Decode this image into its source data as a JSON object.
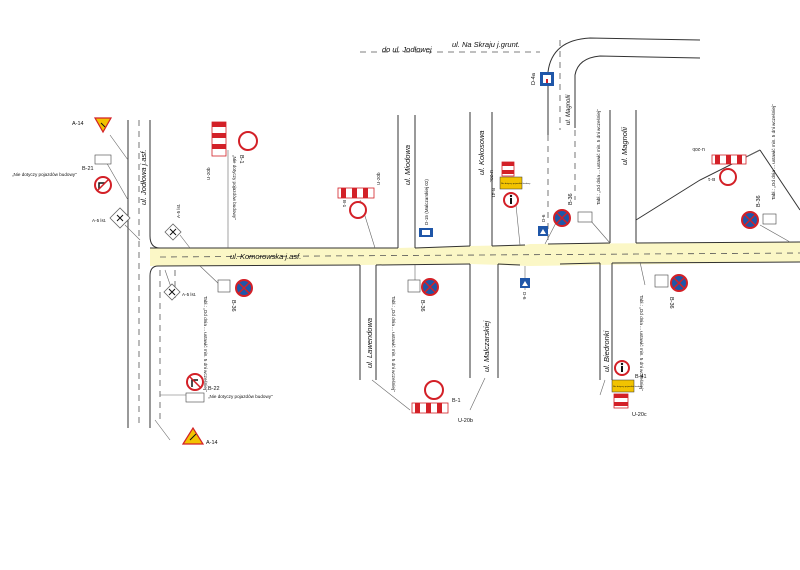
{
  "streets": {
    "jodlowa": "ul. Jodłowa j.asf.",
    "komorowska": "ul. Komorowska j.asf.",
    "miodowa": "ul. Miodowa",
    "kokosowa": "ul. Kokosowa",
    "magnolii_1": "ul. Magnolii",
    "magnolii_2": "ul. Magnolii",
    "lawendowa": "ul. Lawendowa",
    "malczarskiej": "ul. Malczarskiej",
    "biedronki": "ul. Biedronki",
    "do_jodlowej": "do ul. Jodłowej",
    "na_skraju": "ul. Na Skraju j.grunt."
  },
  "signs": {
    "d4a": "D-4a",
    "a14_top": "A-14",
    "b21": "B-21",
    "b21_note": "„Nie dotyczy pojazdów budowy\"",
    "a5_top_left": "A-5 lst.",
    "a5_mid": "A-5 lst.",
    "u20b_top": "U-20b",
    "b1_top": "B-1",
    "b1_top_note": "„Nie dotyczy pojazdów budowy\"",
    "u20b_mid": "U-20b",
    "b1_mid": "B-1",
    "d15": "D-15 (Malczarskiej 02)",
    "u20c_top": "U-20c",
    "b41_top": "B-41",
    "d6_top": "D-6",
    "b36_1": "B-36",
    "b36_1_note": "Tabl.: „Od dnia ... ustawić min. 5 dni wcześniej\"",
    "u20b_right": "U-20b",
    "b1_right": "B-1",
    "b36_right": "B-36",
    "b36_right_note": "Tabl.: „Od dnia ... ustawić min. 5 dni wcześniej\"",
    "a5_lower": "A-5 lst.",
    "b36_2": "B-36",
    "b36_2_note": "Tabl.: „Od dnia ... ustawić min. 5 dni wcześniej\"",
    "b36_3": "B-36",
    "b36_3_note": "Tabl.: „Od dnia ... ustawić min. 5 dni wcześniej\"",
    "d6_bottom": "D-6",
    "b36_4": "B-36",
    "b36_4_note": "Tabl.: „Od dnia ... ustawić min. 5 dni wcześniej\"",
    "b22": "B-22",
    "b22_note": "„Nie dotyczy pojazdów budowy\"",
    "a14_bottom": "A-14",
    "b1_bottom": "B-1",
    "u20b_bottom": "U-20b",
    "b41_bottom": "B-41",
    "u20c_bottom": "U-20c",
    "plate_text": "Nie dotyczy pojazdów budowy"
  },
  "colors": {
    "sign_red": "#d32027",
    "sign_blue": "#1f56a8",
    "warning_yellow": "#f2c300",
    "road_fill": "#fbf7c6"
  }
}
